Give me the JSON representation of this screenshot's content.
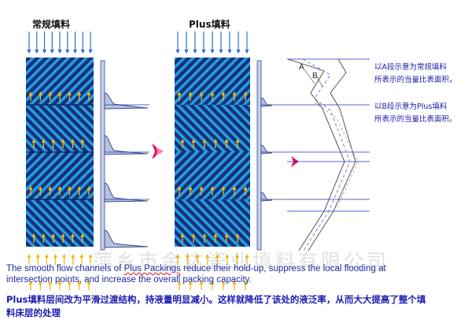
{
  "titles": {
    "left": "常规填料",
    "right": "Plus填料"
  },
  "labels": {
    "a": "A",
    "b": "B"
  },
  "legend": {
    "a_line1": "以A段示意为常规填料",
    "a_line2": "所表示的当量比表面积，",
    "b_line1": "以B段示意为Plus填料",
    "b_line2": "所表示的当量比表面积。"
  },
  "watermark": "萍乡市金达瓷业填料有限公司",
  "caption": {
    "en_before": "The smooth flow channels of ",
    "en_underlined": "Plus Packings",
    "en_after": " reduce their hold-up, suppress the local flooding at intersection points, and increase the overall packing capacity.",
    "cn": "Plus填料层间改为平滑过渡结构，持液量明显减小。这样就降低了该处的液泛率，从而大大提高了整个填料床层的处理"
  },
  "colors": {
    "packing_base": "#1f3f8c",
    "pattern_light": "#23a5e8",
    "pattern_dark": "#0c2a66",
    "arrow_gas": "#f2b90f",
    "arrow_liquid": "#2a6ad8",
    "profile_fill": "#c7d0e8",
    "profile_line": "#3a4d8a",
    "guide_line": "#2233bb",
    "pink_arrow": "#e0145c",
    "legend_text": "#1a1aa8"
  }
}
